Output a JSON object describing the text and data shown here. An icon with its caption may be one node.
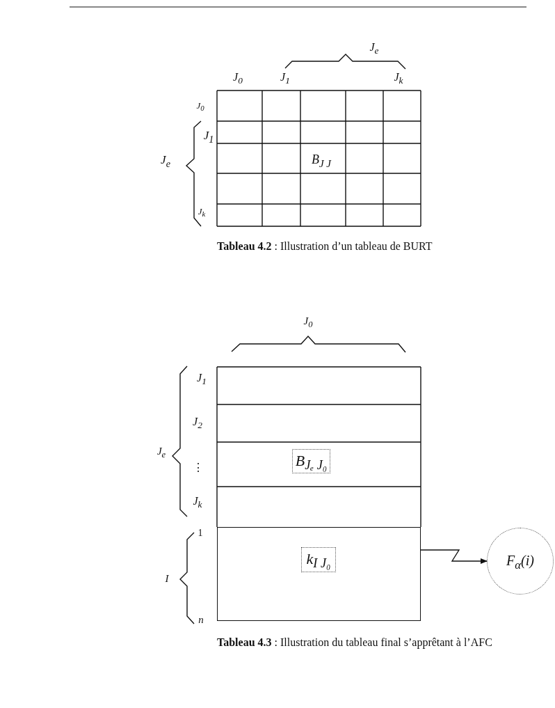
{
  "diagram": {
    "nodes": [
      {
        "text": [
          "B$_{Jₑ J₀}$"
        ]
      },
      {
        "text": [],
        "shape": "box"
      },
      {
        "text": [
          "k$_{I J₀}$"
        ],
        "in": 1
      },
      {
        "text": [
          "F$_{α}$(i)"
        ]
      }
    ],
    "edges": [
      {
        "from": 1,
        "to": 3,
        "arrow": "to"
      }
    ],
    "labels": [
      "J$_{e}$",
      "J$_{0}$",
      "J$_{1}$",
      "J$_{k}$",
      "J$_{0}$",
      "J$_{1}$",
      "J$_{e}$",
      "B$_{J J}$",
      "J$_{k}$",
      "**Tableau 4.2** : Illustration d’un tableau de BURT",
      "J$_{0}$",
      "J$_{1}$",
      "J$_{2}$",
      "J$_{e}$",
      "⋮",
      "J$_{k}$",
      "1",
      "I",
      "n",
      "**Tableau 4.3** : Illustration du tableau final s’apprêtant à l’AFC"
    ]
  }
}
